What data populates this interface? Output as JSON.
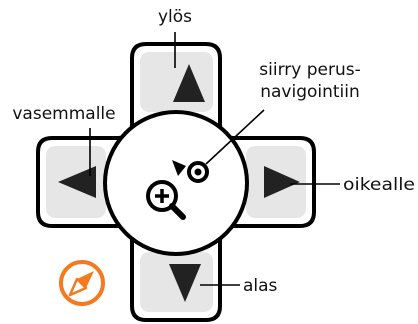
{
  "labels": {
    "up": "ylös",
    "left": "vasemmalle",
    "right": "oikealle",
    "down": "alas",
    "reset_line1": "siirry perus-",
    "reset_line2": "navigointiin"
  },
  "icons": {
    "center": "zoom-in-magnifier-icon",
    "reset": "reset-navigation-icon",
    "compass": "compass-icon"
  },
  "colors": {
    "outline": "#000000",
    "pad_fill": "#ffffff",
    "button_fill": "#e6e6e6",
    "arrow": "#222222",
    "compass": "#f47a1f",
    "text": "#111111"
  }
}
